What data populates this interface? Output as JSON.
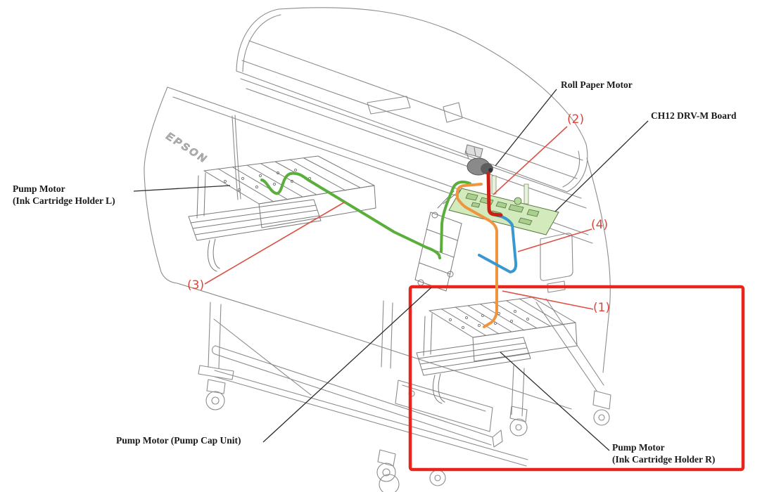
{
  "logo": "EPSON",
  "labels": {
    "roll_paper_motor": "Roll Paper Motor",
    "ch12_board": "CH12 DRV-M Board",
    "pump_motor_l_line1": "Pump Motor",
    "pump_motor_l_line2": "(Ink Cartridge Holder L)",
    "pump_cap_unit": "Pump Motor (Pump Cap Unit)",
    "pump_motor_r_line1": "Pump Motor",
    "pump_motor_r_line2": "(Ink Cartridge Holder R)"
  },
  "callouts": [
    {
      "label": "(1)",
      "cable_color": "orange"
    },
    {
      "label": "(2)",
      "cable_color": "red"
    },
    {
      "label": "(3)",
      "cable_color": "green"
    },
    {
      "label": "(4)",
      "cable_color": "blue"
    }
  ],
  "colors": {
    "cable_green": "#5aaf3c",
    "cable_orange": "#f0953f",
    "cable_blue": "#3b97cf",
    "cable_red": "#cc1f15",
    "highlight_box": "#e8251c",
    "callout_text": "#d9473b",
    "board_fill": "#d2eabc",
    "line_art": "#8c8c8c",
    "label_text": "#1a1a1a"
  }
}
